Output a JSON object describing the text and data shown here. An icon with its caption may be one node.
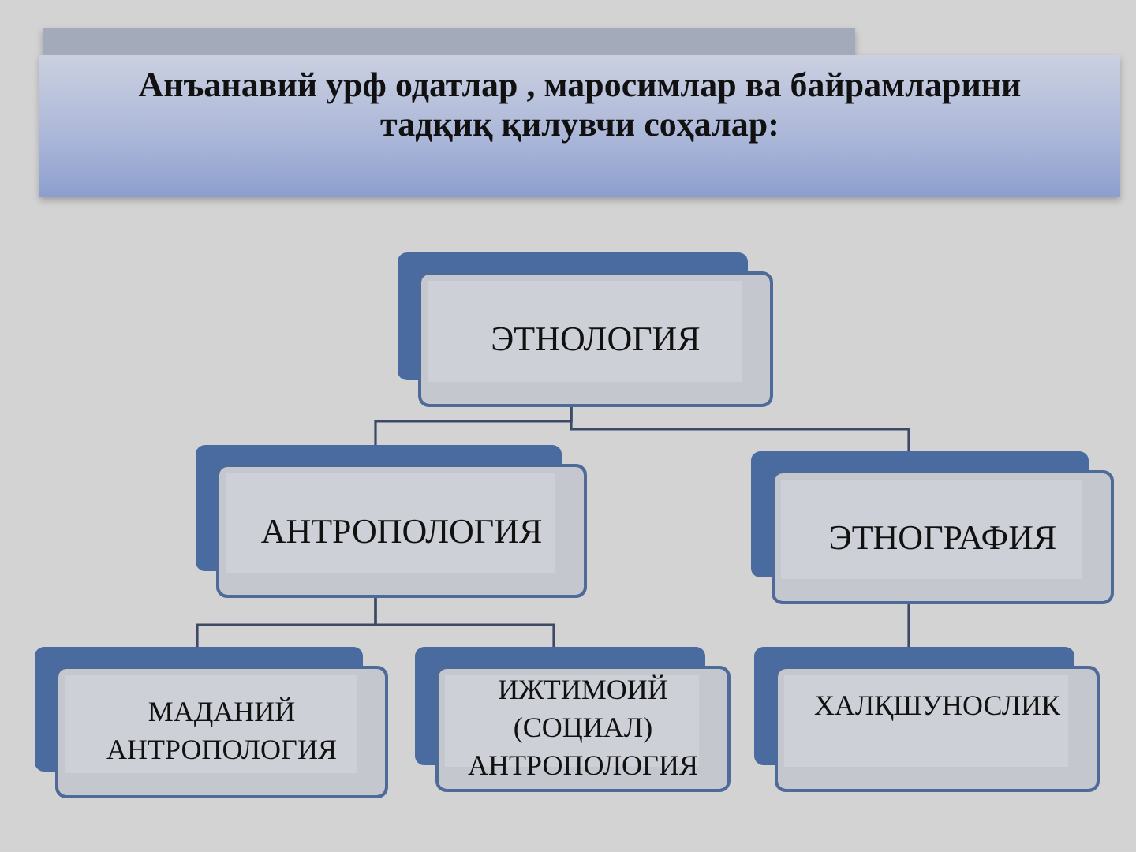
{
  "diagram": {
    "title": "Анъанавий урф одатлар , маросимлар ва байрамларини тадқиқ қилувчи соҳалар:",
    "nodes": [
      {
        "text": [
          "ЭТНОЛОГИЯ"
        ]
      },
      {
        "text": [
          "АНТРОПОЛОГИЯ"
        ]
      },
      {
        "text": [
          "ЭТНОГРАФИЯ"
        ]
      },
      {
        "text": [
          "МАДАНИЙ АНТРОПОЛОГИЯ"
        ]
      },
      {
        "text": [
          "ИЖТИМОИЙ (СОЦИАЛ) АНТРОПОЛОГИЯ"
        ]
      },
      {
        "text": [
          "ХАЛҚШУНОСЛИК"
        ]
      }
    ],
    "edges": [
      {
        "from": 0,
        "to": 1,
        "arrow": "none"
      },
      {
        "from": 0,
        "to": 2,
        "arrow": "none"
      },
      {
        "from": 1,
        "to": 3,
        "arrow": "none"
      },
      {
        "from": 1,
        "to": 4,
        "arrow": "none"
      },
      {
        "from": 2,
        "to": 5,
        "arrow": "none"
      }
    ]
  }
}
